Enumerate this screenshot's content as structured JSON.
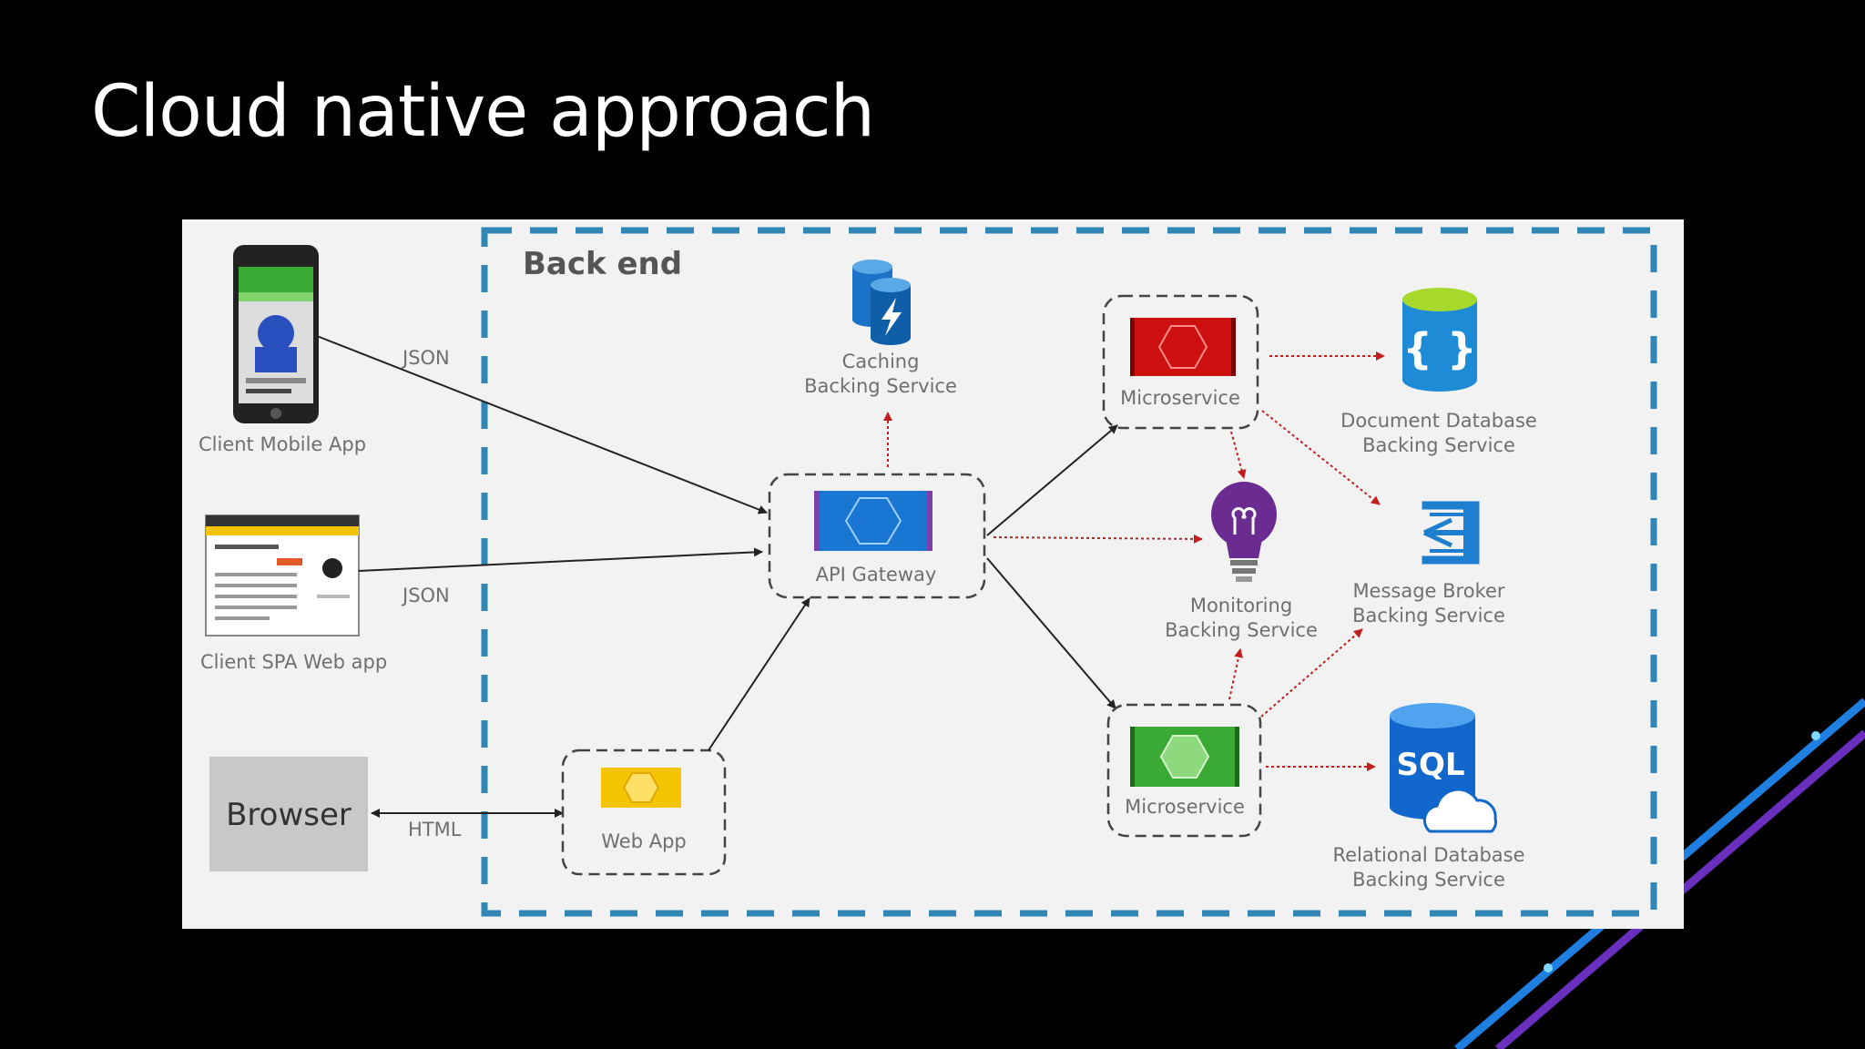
{
  "slide": {
    "title": "Cloud native approach"
  },
  "diagram": {
    "backend_label": "Back end",
    "clients": {
      "mobile": "Client Mobile App",
      "spa": "Client SPA Web app",
      "browser": "Browser"
    },
    "edges": {
      "json_1": "JSON",
      "json_2": "JSON",
      "html": "HTML"
    },
    "nodes": {
      "web_app": "Web App",
      "api_gateway": "API Gateway",
      "caching": [
        "Caching",
        "Backing Service"
      ],
      "microservice_1": "Microservice",
      "microservice_2": "Microservice",
      "monitoring": [
        "Monitoring",
        "Backing Service"
      ],
      "document_db": [
        "Document Database",
        "Backing Service"
      ],
      "message_broker": [
        "Message Broker",
        "Backing Service"
      ],
      "relational_db": [
        "Relational Database",
        "Backing Service"
      ],
      "sql_badge": "SQL"
    }
  },
  "colors": {
    "backend_border": "#2f86b7",
    "microservice_red": "#cc1010",
    "microservice_green": "#3aaa35",
    "gateway_blue": "#1976d2",
    "webapp_yellow": "#f5c400",
    "monitoring_purple": "#6a2c91",
    "accent_line_blue": "#1e7fe0",
    "accent_line_purple": "#6b2fbf"
  }
}
